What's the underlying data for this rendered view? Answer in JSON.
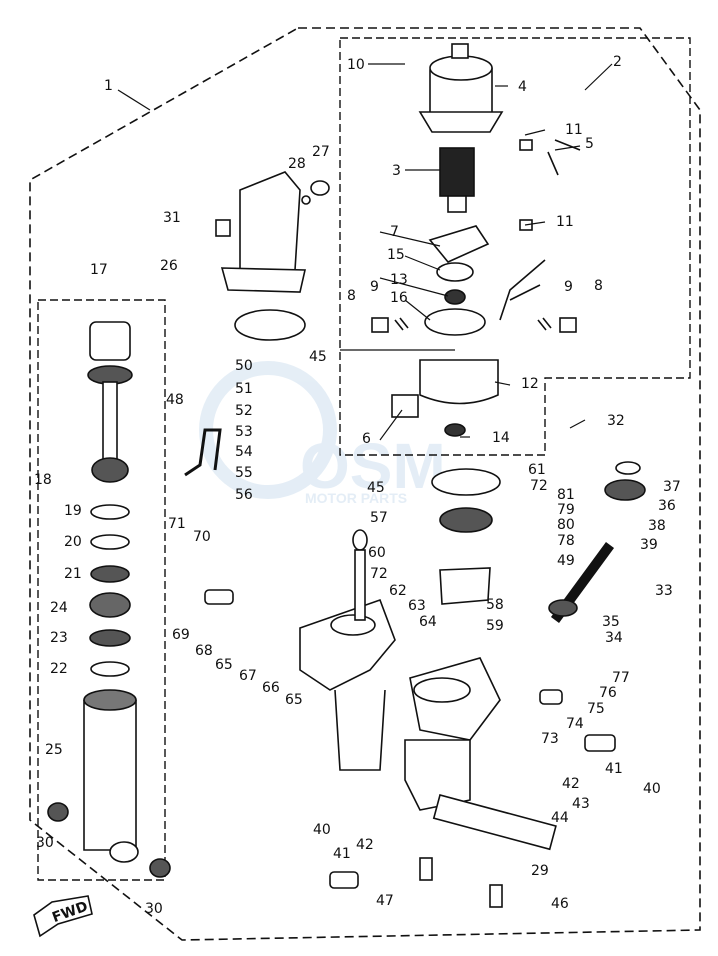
{
  "colors": {
    "ink": "#111111",
    "watermark": "#cfe0ef"
  },
  "watermark": {
    "brand": "OSM",
    "tag": "MOTOR PARTS"
  },
  "fwd_label": "FWD",
  "callouts": [
    "1",
    "2",
    "3",
    "4",
    "5",
    "6",
    "7",
    "8",
    "8",
    "9",
    "9",
    "10",
    "11",
    "11",
    "12",
    "13",
    "14",
    "15",
    "16",
    "17",
    "18",
    "19",
    "20",
    "21",
    "22",
    "23",
    "24",
    "25",
    "26",
    "27",
    "28",
    "29",
    "30",
    "30",
    "31",
    "32",
    "33",
    "34",
    "35",
    "36",
    "37",
    "38",
    "39",
    "40",
    "40",
    "41",
    "41",
    "42",
    "42",
    "43",
    "44",
    "45",
    "45",
    "46",
    "47",
    "48",
    "49",
    "50",
    "51",
    "52",
    "53",
    "54",
    "55",
    "56",
    "57",
    "58",
    "59",
    "60",
    "61",
    "62",
    "63",
    "64",
    "65",
    "65",
    "66",
    "67",
    "68",
    "69",
    "70",
    "71",
    "72",
    "72",
    "73",
    "74",
    "75",
    "76",
    "77",
    "78",
    "79",
    "80",
    "81"
  ]
}
